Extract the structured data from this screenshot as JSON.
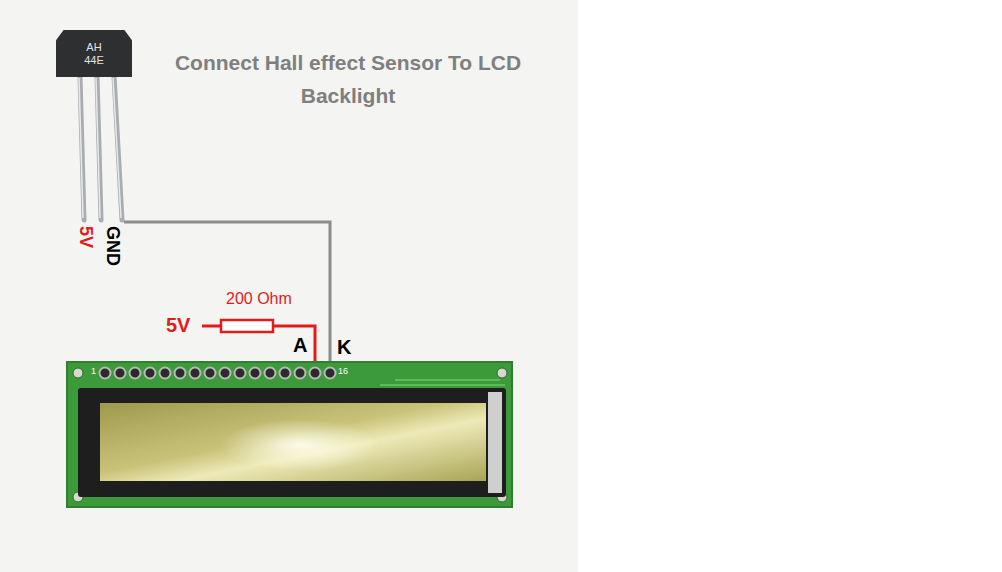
{
  "diagram": {
    "title": "Connect Hall effect Sensor To LCD Backlight",
    "nodes": [
      {
        "text": [
          "AH 44E"
        ]
      }
    ],
    "labels": [
      "5V",
      "GND",
      "200 Ohm",
      "5V",
      "A",
      "K",
      "1",
      "16"
    ]
  }
}
